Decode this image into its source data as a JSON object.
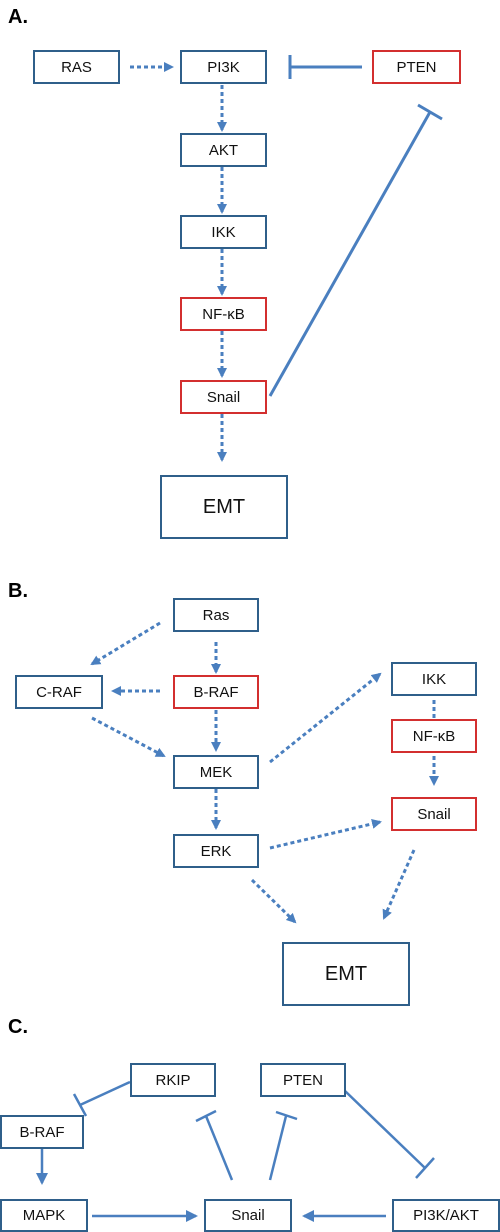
{
  "colors": {
    "arrow": "#4a7fbf",
    "box_border": "#2f5f8a",
    "highlight_border": "#d32f2f"
  },
  "panels": {
    "a": {
      "label": "A.",
      "nodes": {
        "ras": "RAS",
        "pi3k": "PI3K",
        "pten": "PTEN",
        "akt": "AKT",
        "ikk": "IKK",
        "nfkb": "NF-κB",
        "snail": "Snail",
        "emt": "EMT"
      }
    },
    "b": {
      "label": "B.",
      "nodes": {
        "ras": "Ras",
        "craf": "C-RAF",
        "braf": "B-RAF",
        "mek": "MEK",
        "erk": "ERK",
        "ikk": "IKK",
        "nfkb": "NF-κB",
        "snail": "Snail",
        "emt": "EMT"
      }
    },
    "c": {
      "label": "C.",
      "nodes": {
        "rkip": "RKIP",
        "pten": "PTEN",
        "braf": "B-RAF",
        "mapk": "MAPK",
        "snail": "Snail",
        "pi3kakt": "PI3K/AKT"
      }
    }
  }
}
